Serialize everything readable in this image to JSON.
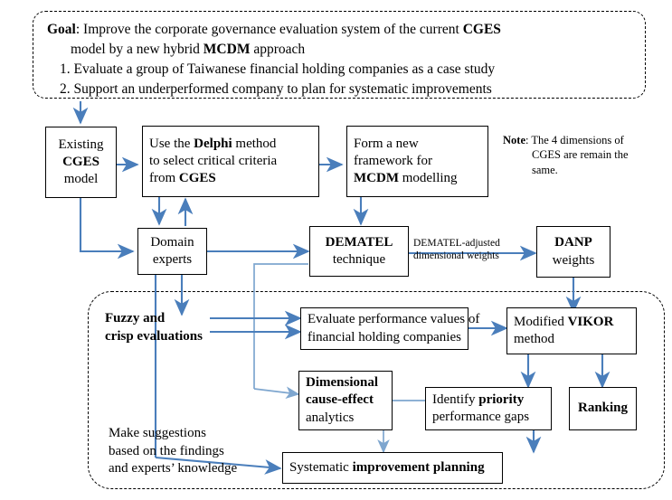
{
  "diagram": {
    "title": "Hybrid MCDM research framework for CGES improvement",
    "accent_color": "#4a7ebb",
    "line_color": "#000000"
  },
  "goal": {
    "label": "Goal",
    "line1_rest": ": Improve the corporate governance evaluation system of the current ",
    "line1_bold_tail": "CGES",
    "line2_a": "model by a new hybrid ",
    "line2_bold": "MCDM",
    "line2_b": " approach",
    "items": [
      {
        "num": "1.",
        "text": "Evaluate a group of Taiwanese financial holding companies as a case study"
      },
      {
        "num": "2.",
        "text": "Support an underperformed company to plan for systematic improvements"
      }
    ]
  },
  "note": {
    "label": "Note",
    "line1": ": The 4 dimensions of",
    "line2": "CGES are remain the",
    "line3": "same."
  },
  "nodes": {
    "existing_cges": {
      "l1": "Existing",
      "l2": "CGES",
      "l3": "model"
    },
    "delphi": {
      "l1a": "Use the ",
      "l1b": "Delphi",
      "l1c": " method",
      "l2": "to select critical criteria",
      "l3a": "from ",
      "l3b": "CGES"
    },
    "framework": {
      "l1": "Form a new",
      "l2": "framework for",
      "l3a": "MCDM",
      "l3b": " modelling"
    },
    "domain_experts": {
      "l1": "Domain",
      "l2": "experts"
    },
    "dematel": {
      "l1": "DEMATEL",
      "l2": "technique"
    },
    "danp": {
      "l1": "DANP",
      "l2": "weights"
    },
    "evaluate_perf": {
      "l1": "Evaluate performance values of",
      "l2": "financial holding companies"
    },
    "vikor": {
      "l1a": "Modified ",
      "l1b": "VIKOR",
      "l2": "method"
    },
    "dimensional": {
      "l1": "Dimensional",
      "l2": "cause-effect",
      "l3": "analytics"
    },
    "identify_gaps": {
      "l1a": "Identify ",
      "l1b": "priority",
      "l2": "performance gaps"
    },
    "ranking": {
      "l1": "Ranking"
    },
    "systematic": {
      "l1a": "Systematic ",
      "l1b": "improvement planning"
    }
  },
  "free_text": {
    "fuzzy_crisp": {
      "l1": "Fuzzy and",
      "l2": "crisp evaluations"
    },
    "dematel_weights": {
      "l1": "DEMATEL-adjusted",
      "l2": "dimensional weights"
    },
    "make_suggestions": {
      "l1": "Make suggestions",
      "l2": "based on the findings",
      "l3": "and experts’ knowledge"
    }
  }
}
